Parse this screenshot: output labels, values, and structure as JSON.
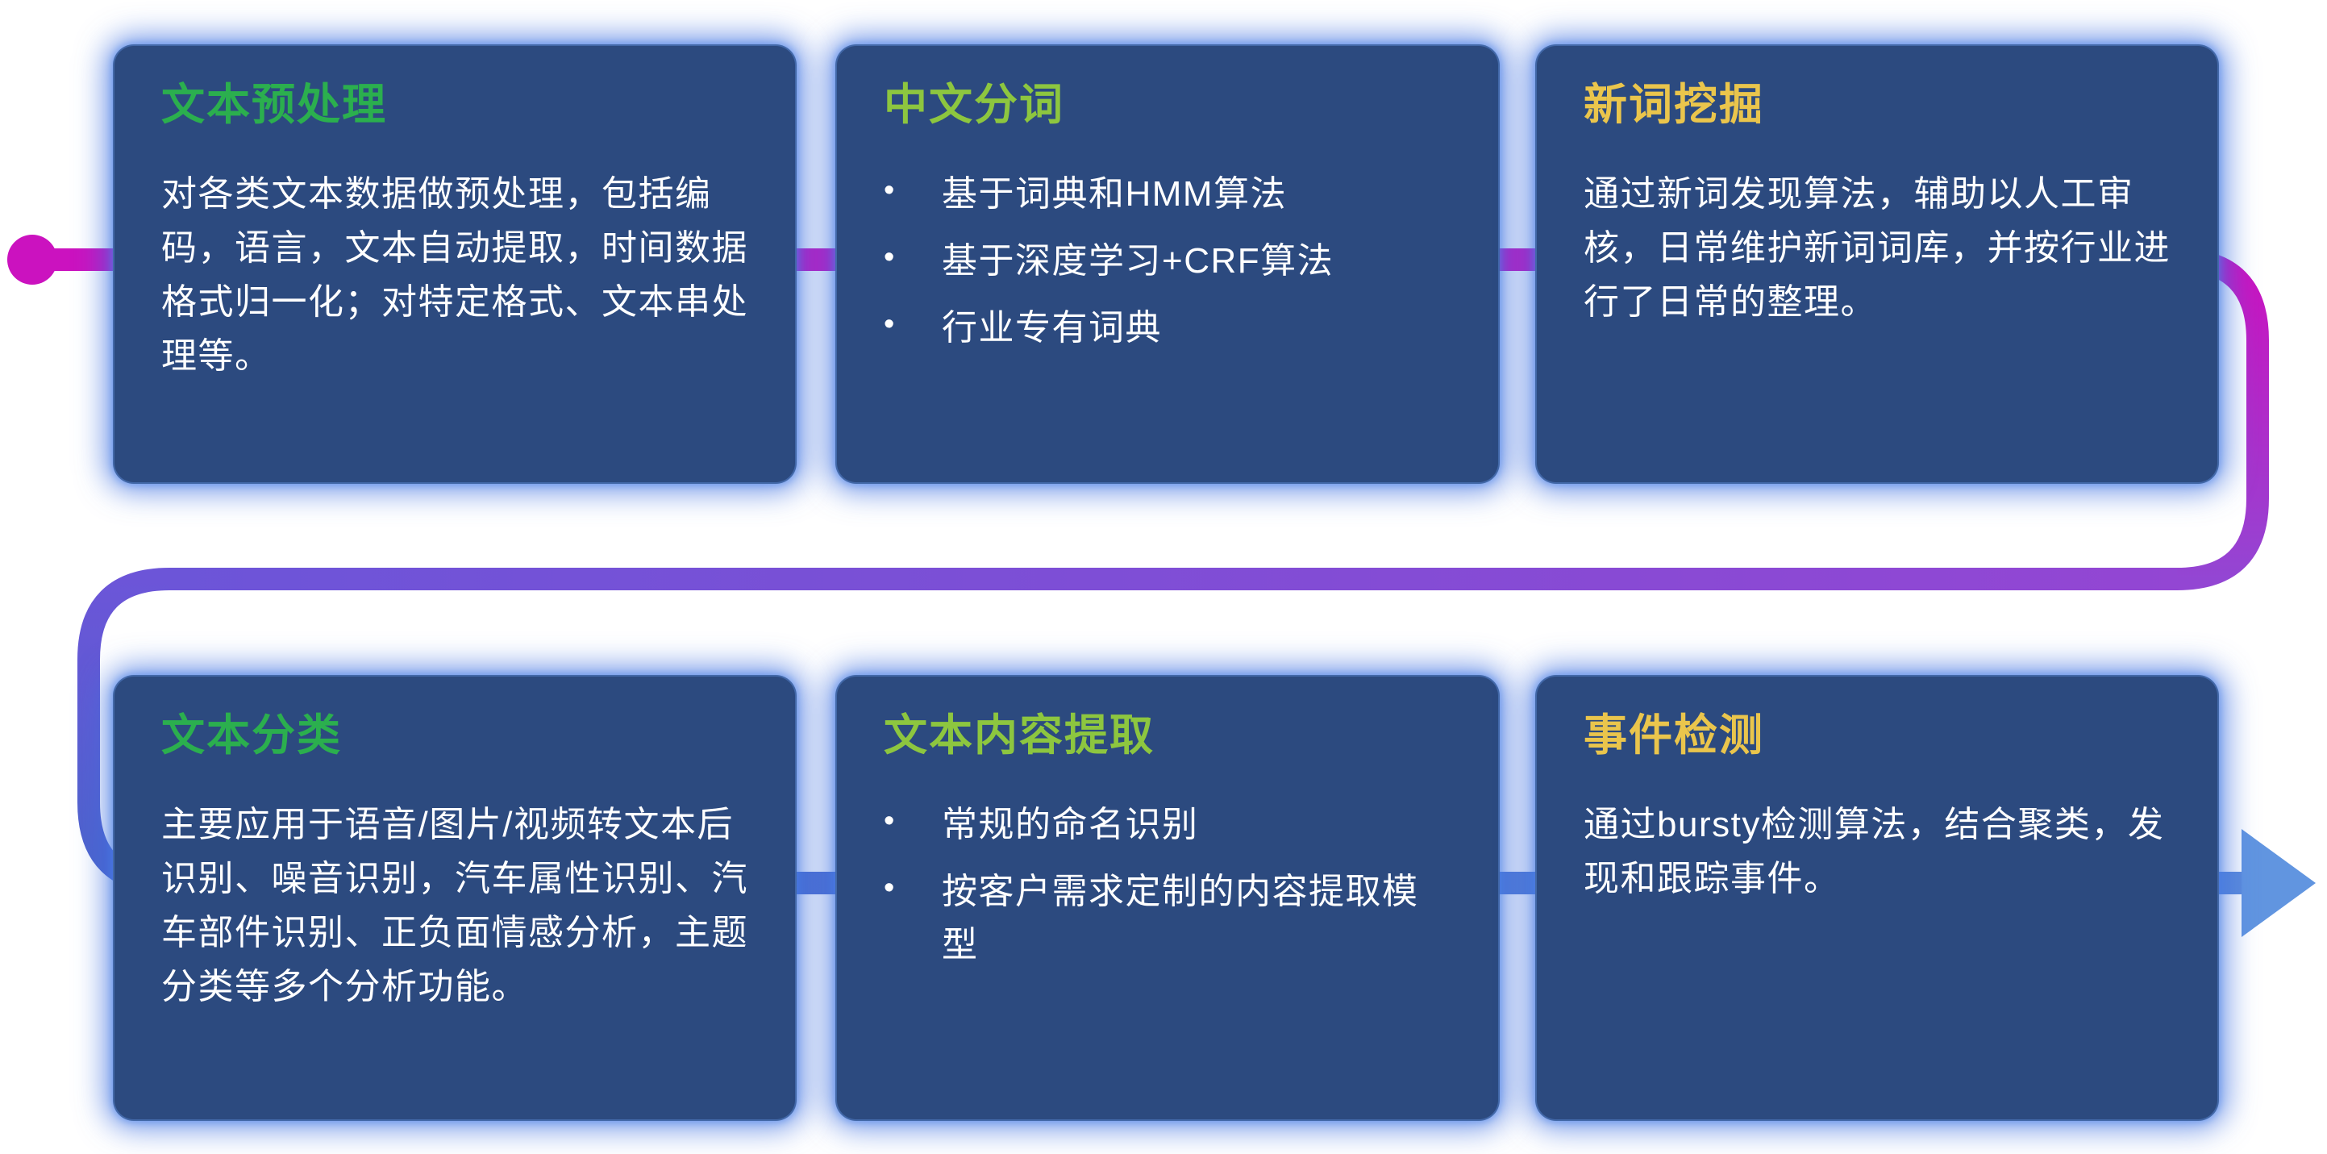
{
  "page": {
    "background": "#FFFFFF"
  },
  "ui": {
    "bullet_char": "•"
  },
  "flow": {
    "colors": {
      "magenta": "#CB12BF",
      "purple": "#9346D3",
      "violet": "#6C55D8",
      "blue": "#4A64CC",
      "light_blue": "#5C8BDB",
      "arrow": "#6195E0"
    }
  },
  "cards": [
    {
      "title": "文本预处理",
      "title_color": "#2BAF4E",
      "body": "对各类文本数据做预处理，包括编码，语言，文本自动提取，时间数据格式归一化；对特定格式、文本串处理等。"
    },
    {
      "title": "中文分词",
      "title_color": "#8DC63F",
      "bullets": [
        "基于词典和HMM算法",
        "基于深度学习+CRF算法",
        "行业专有词典"
      ]
    },
    {
      "title": "新词挖掘",
      "title_color": "#EAC54C",
      "body": "通过新词发现算法，辅助以人工审核，日常维护新词词库，并按行业进行了日常的整理。"
    },
    {
      "title": "文本分类",
      "title_color": "#2BAF4E",
      "body": "主要应用于语音/图片/视频转文本后识别、噪音识别，汽车属性识别、汽车部件识别、正负面情感分析，主题分类等多个分析功能。"
    },
    {
      "title": "文本内容提取",
      "title_color": "#8DC63F",
      "bullets": [
        "常规的命名识别",
        "按客户需求定制的内容提取模型"
      ]
    },
    {
      "title": "事件检测",
      "title_color": "#EAC54C",
      "body": "通过bursty检测算法，结合聚类，发现和跟踪事件。"
    }
  ]
}
